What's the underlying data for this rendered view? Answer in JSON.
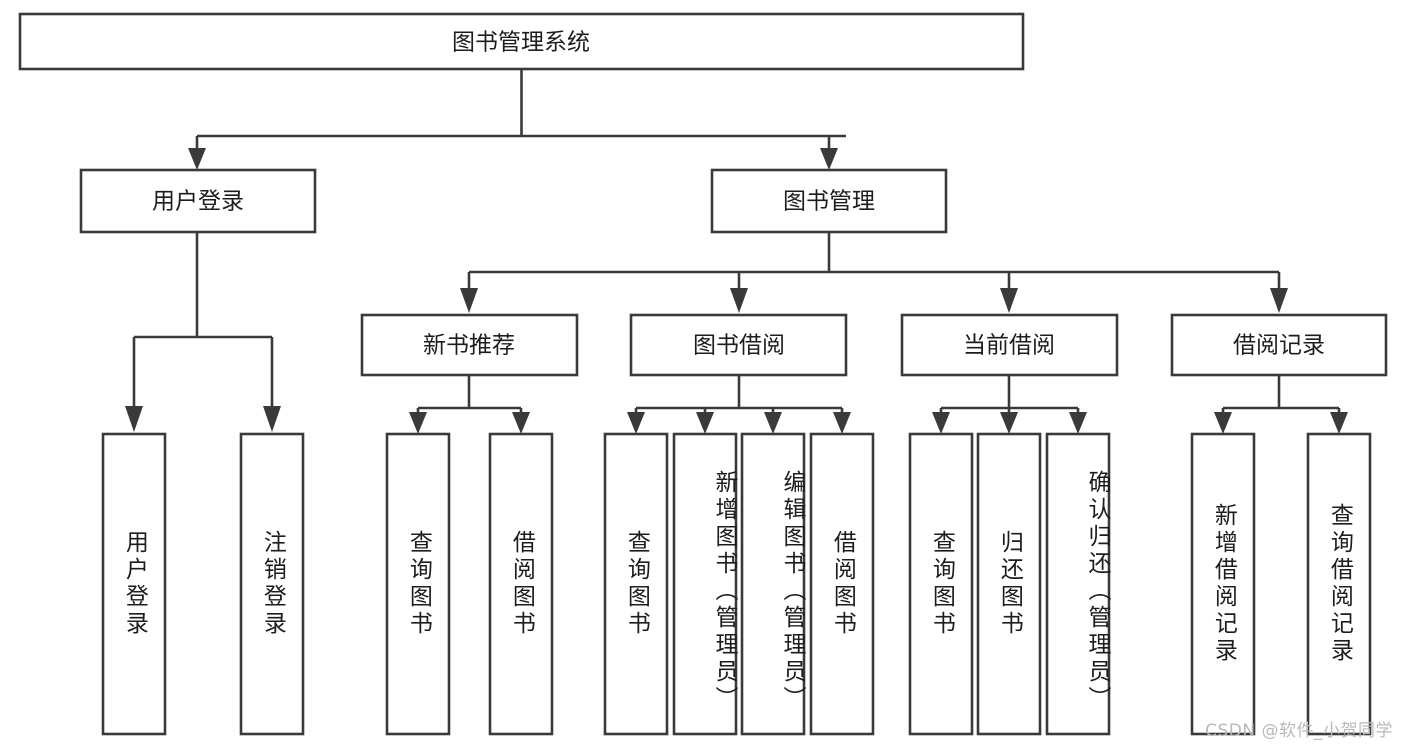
{
  "diagram": {
    "type": "tree-hierarchy-chart",
    "title": "图书管理系统",
    "orientation": "top-down",
    "colors": {
      "box_fill": "#ffffff",
      "box_stroke": "#3a3a3a",
      "connector": "#3a3a3a",
      "text": "#1d1d1d",
      "background": "#ffffff",
      "watermark": "#b9b9b9"
    },
    "root": {
      "label": "图书管理系统"
    },
    "level2": [
      {
        "label": "用户登录"
      },
      {
        "label": "图书管理"
      }
    ],
    "level3": [
      {
        "label": "新书推荐"
      },
      {
        "label": "图书借阅"
      },
      {
        "label": "当前借阅"
      },
      {
        "label": "借阅记录"
      }
    ],
    "leaves": {
      "user_login": [
        {
          "label": "用户登录"
        },
        {
          "label": "注销登录"
        }
      ],
      "new_book_recommend": [
        {
          "label": "查询图书"
        },
        {
          "label": "借阅图书"
        }
      ],
      "book_borrow": [
        {
          "label": "查询图书"
        },
        {
          "label": "新增图书（管理员）"
        },
        {
          "label": "编辑图书（管理员）"
        },
        {
          "label": "借阅图书"
        }
      ],
      "current_borrow": [
        {
          "label": "查询图书"
        },
        {
          "label": "归还图书"
        },
        {
          "label": "确认归还（管理员）"
        }
      ],
      "borrow_record": [
        {
          "label": "新增借阅记录"
        },
        {
          "label": "查询借阅记录"
        }
      ]
    },
    "watermark": "CSDN @软件_小贺同学"
  }
}
